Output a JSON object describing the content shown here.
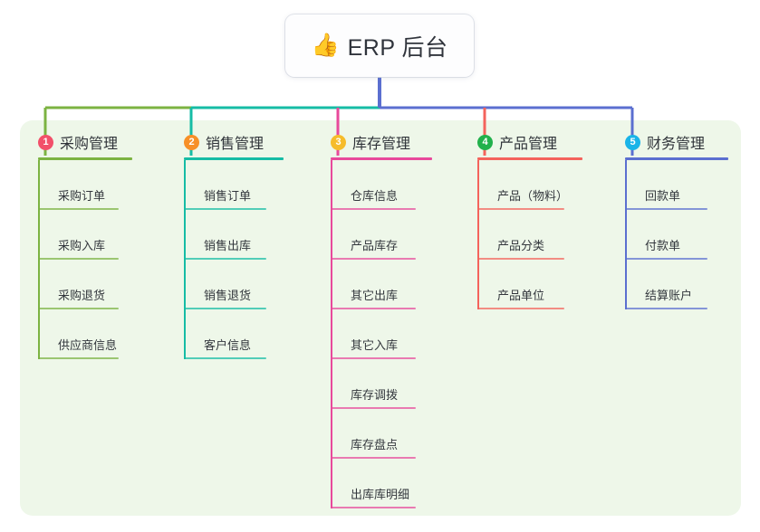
{
  "diagram": {
    "type": "mindmap",
    "root": {
      "emoji": "👍",
      "emoji_name": "thumbs-up-emoji",
      "label": "ERP 后台"
    },
    "branches": [
      {
        "index": "1",
        "label": "采购管理",
        "badge_color": "#f2506a",
        "line_color": "#7cb342",
        "children": [
          {
            "label": "采购订单"
          },
          {
            "label": "采购入库"
          },
          {
            "label": "采购退货"
          },
          {
            "label": "供应商信息"
          }
        ]
      },
      {
        "index": "2",
        "label": "销售管理",
        "badge_color": "#f79028",
        "line_color": "#16bca5",
        "children": [
          {
            "label": "销售订单"
          },
          {
            "label": "销售出库"
          },
          {
            "label": "销售退货"
          },
          {
            "label": "客户信息"
          }
        ]
      },
      {
        "index": "3",
        "label": "库存管理",
        "badge_color": "#f6bc2b",
        "line_color": "#e8499b",
        "children": [
          {
            "label": "仓库信息"
          },
          {
            "label": "产品库存"
          },
          {
            "label": "其它出库"
          },
          {
            "label": "其它入库"
          },
          {
            "label": "库存调拨"
          },
          {
            "label": "库存盘点"
          },
          {
            "label": "出库库明细"
          }
        ]
      },
      {
        "index": "4",
        "label": "产品管理",
        "badge_color": "#22b14c",
        "line_color": "#f4635c",
        "children": [
          {
            "label": "产品（物料）"
          },
          {
            "label": "产品分类"
          },
          {
            "label": "产品单位"
          }
        ]
      },
      {
        "index": "5",
        "label": "财务管理",
        "badge_color": "#1ab4e8",
        "line_color": "#5b6fd0",
        "children": [
          {
            "label": "回款单"
          },
          {
            "label": "付款单"
          },
          {
            "label": "结算账户"
          }
        ]
      }
    ],
    "colors": {
      "panel_background": "#eef7e9",
      "page_background": "#ffffff",
      "title_text": "#30343c",
      "label_text": "#33373d",
      "root_stem": "#5b6fd0"
    }
  }
}
